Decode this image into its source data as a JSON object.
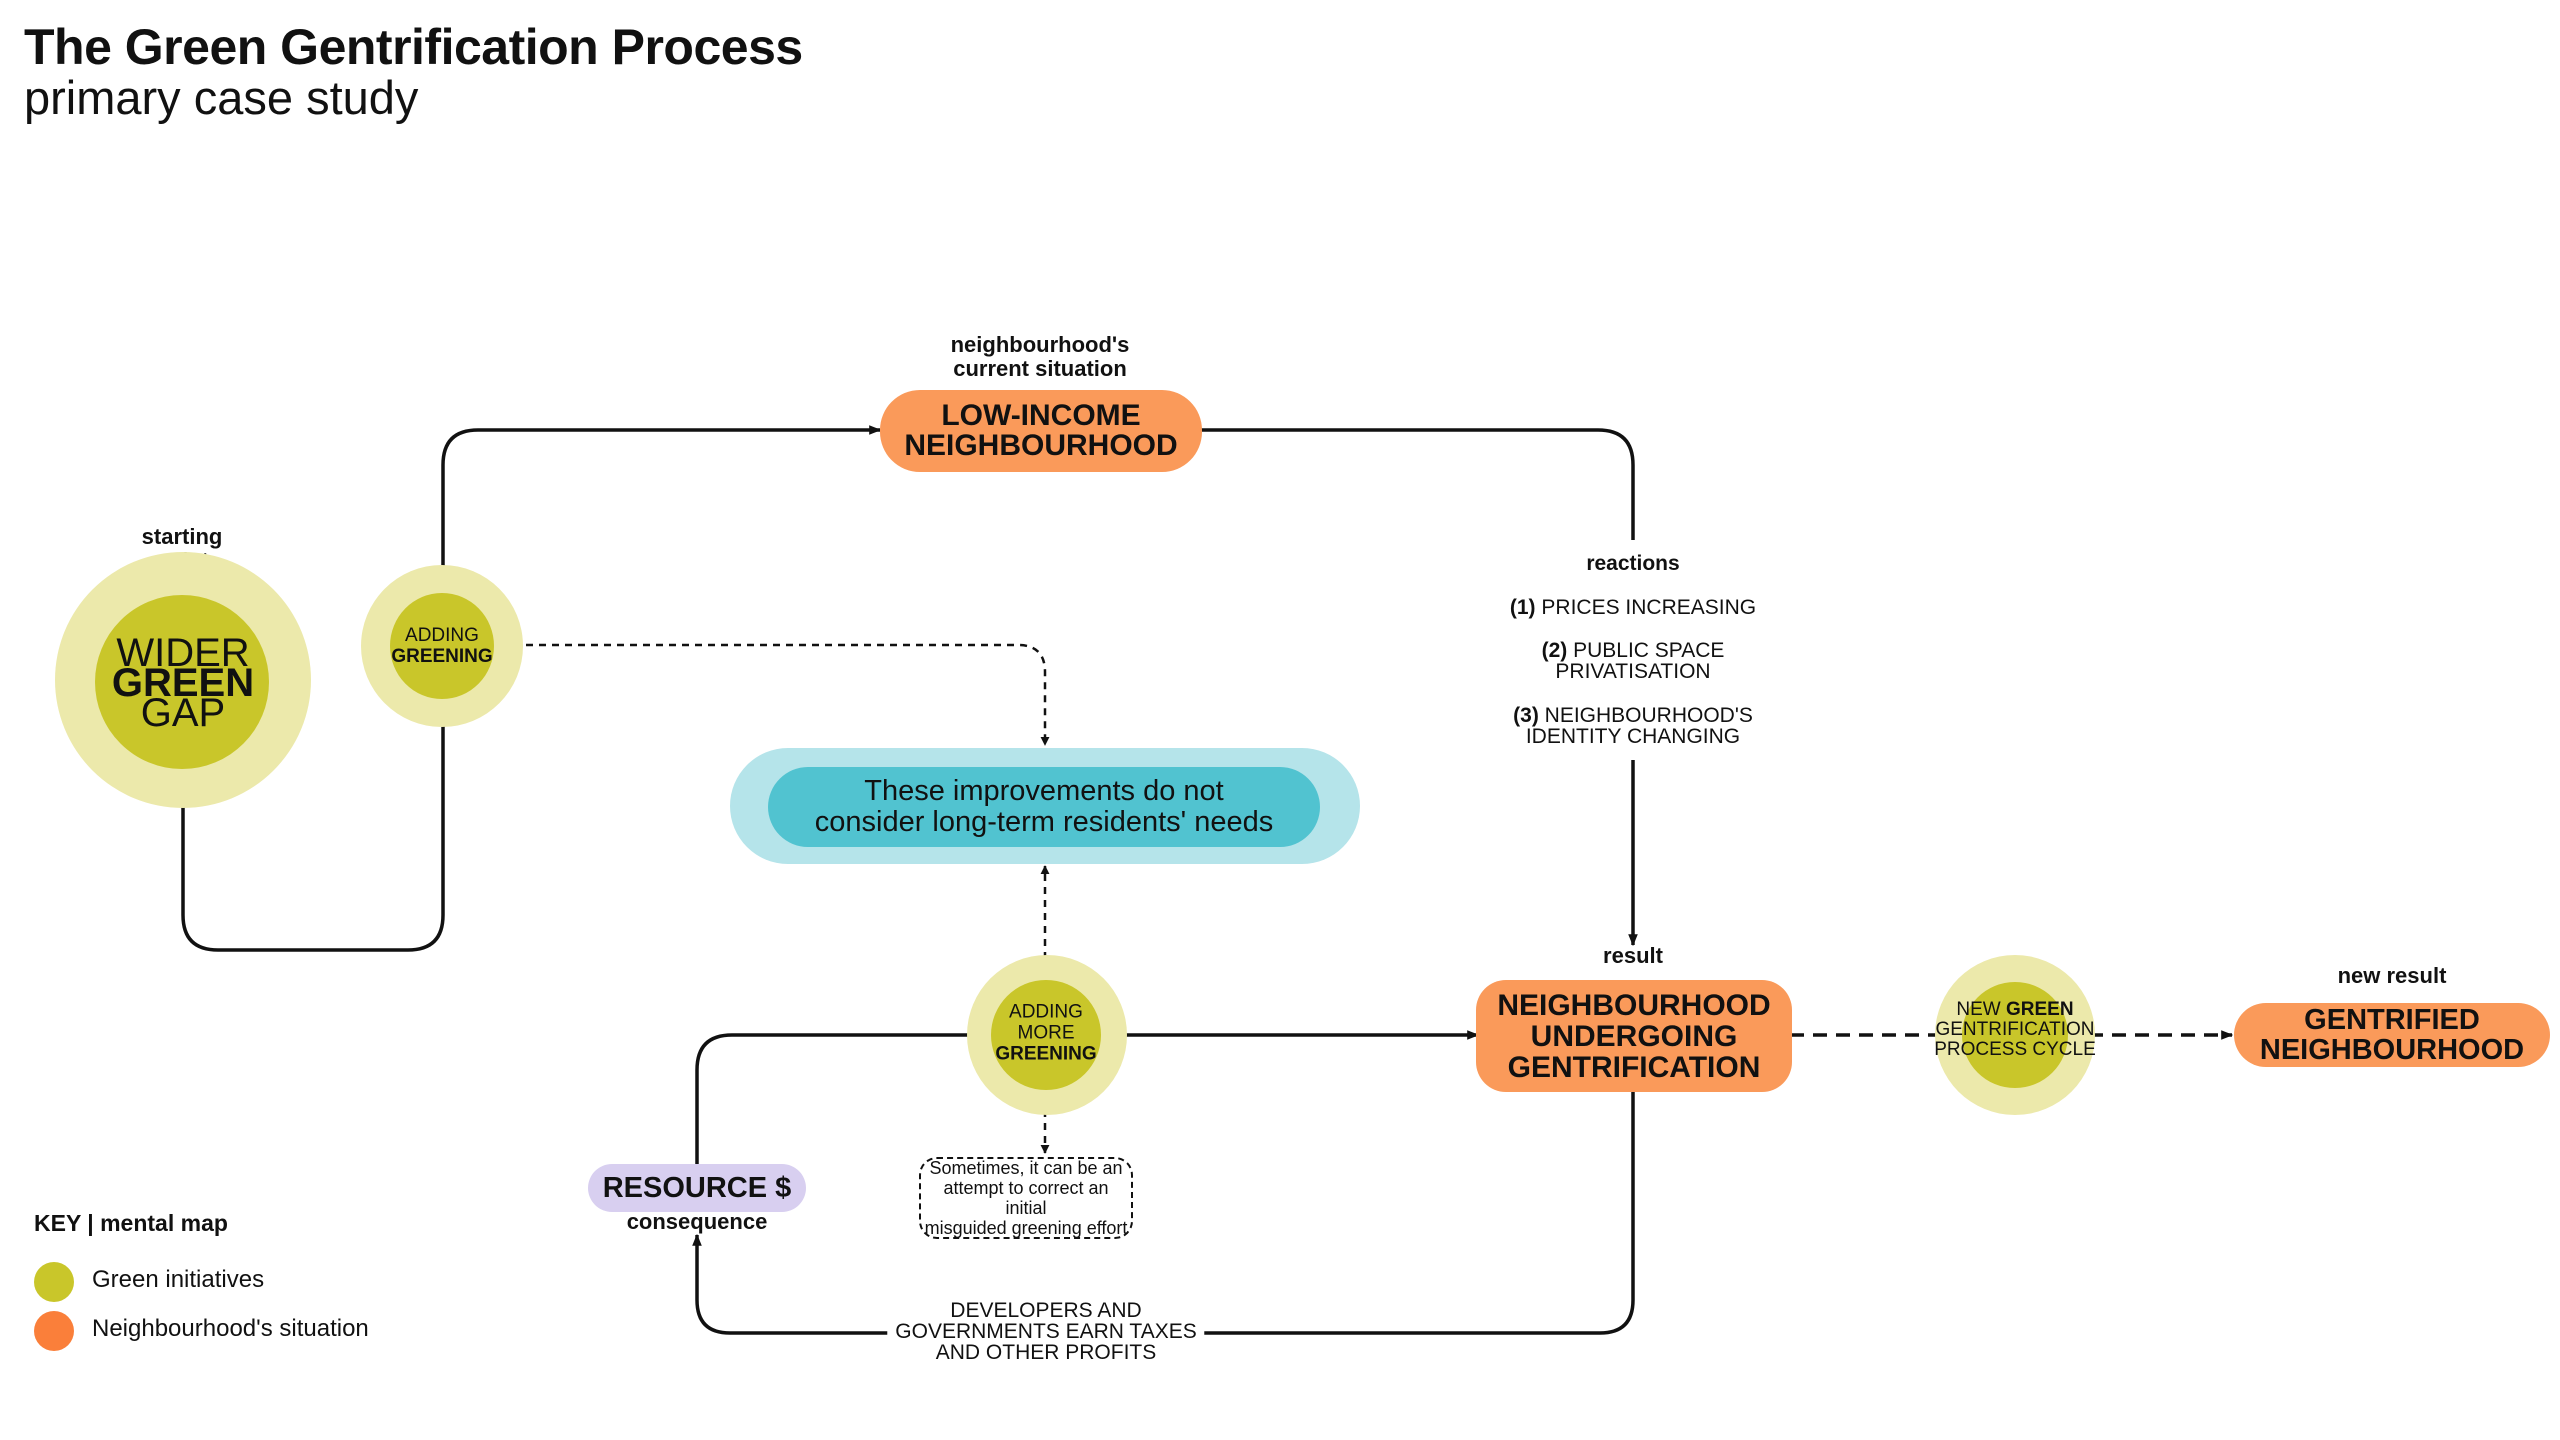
{
  "title": "The Green Gentrification Process",
  "subtitle": "primary case study",
  "colors": {
    "green_dark": "#c9c62a",
    "green_light": "#ece9ab",
    "orange": "#fa9a5a",
    "blue": "#51c3d0",
    "blue_light": "#b5e4ea",
    "purple": "#d8cff0",
    "key_green": "#c9c62a",
    "key_orange": "#fa7f3a"
  },
  "nodes": {
    "starting": {
      "label_line1": "starting",
      "label_line2": "point",
      "line1": "WIDER",
      "line2": "GREEN",
      "line3": "GAP"
    },
    "adding": {
      "line1": "ADDING",
      "line2": "GREENING"
    },
    "low_income": {
      "above_line1": "neighbourhood's",
      "above_line2": "current situation",
      "line1": "LOW-INCOME",
      "line2": "NEIGHBOURHOOD"
    },
    "improvements": {
      "line1": "These improvements do not",
      "line2": "consider long-term residents' needs"
    },
    "reactions": {
      "title": "reactions",
      "r1_num": "(1)",
      "r1_text": "PRICES INCREASING",
      "r2_num": "(2)",
      "r2_line1": "PUBLIC SPACE",
      "r2_line2": "PRIVATISATION",
      "r3_num": "(3)",
      "r3_line1": "NEIGHBOURHOOD'S",
      "r3_line2": "IDENTITY CHANGING"
    },
    "result": {
      "above": "result",
      "line1": "NEIGHBOURHOOD",
      "line2": "UNDERGOING",
      "line3": "GENTRIFICATION"
    },
    "adding_more": {
      "line1": "ADDING",
      "line2": "MORE",
      "line3": "GREENING"
    },
    "note": {
      "line1": "Sometimes, it can be an",
      "line2": "attempt to correct an initial",
      "line3": "misguided greening effort"
    },
    "resource": {
      "label": "RESOURCE $",
      "below": "consequence"
    },
    "developers": {
      "line1": "DEVELOPERS AND",
      "line2": "GOVERNMENTS EARN TAXES",
      "line3": "AND OTHER PROFITS"
    },
    "new_cycle": {
      "line1_a": "NEW ",
      "line1_b": "GREEN",
      "line2": "GENTRIFICATION",
      "line3": "PROCESS CYCLE"
    },
    "gentrified": {
      "above": "new result",
      "line1": "GENTRIFIED",
      "line2": "NEIGHBOURHOOD"
    }
  },
  "key": {
    "title": "KEY | mental map",
    "items": [
      {
        "label": "Green initiatives"
      },
      {
        "label": "Neighbourhood's situation"
      }
    ]
  }
}
